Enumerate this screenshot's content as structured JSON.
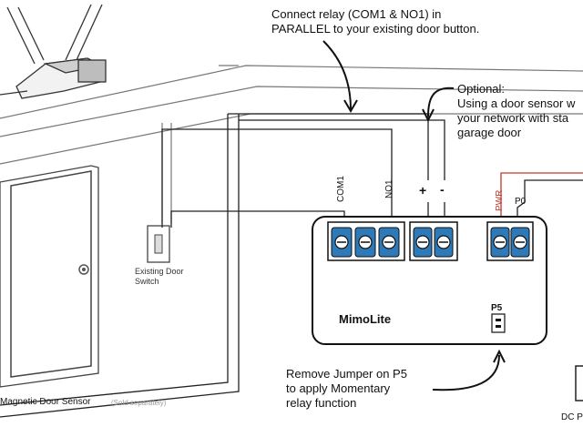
{
  "callouts": {
    "relay_line1": "Connect relay (COM1 & NO1) in",
    "relay_line2": "PARALLEL to your existing door button.",
    "optional_line1": "Optional:",
    "optional_line2": "Using a door sensor w",
    "optional_line3": "your network with sta",
    "optional_line4": "garage door",
    "jumper_line1": "Remove Jumper on P5",
    "jumper_line2": "to apply Momentary",
    "jumper_line3": "relay function"
  },
  "labels": {
    "switch_line1": "Existing Door",
    "switch_line2": "Switch",
    "sensor_main": "Magnetic Door Sensor",
    "sensor_note": "(Sold separately)",
    "dc": "DC P"
  },
  "terminals": {
    "com1": "COM1",
    "no1": "NO1",
    "plus": "+",
    "minus": "-",
    "pwr": "PWR",
    "p0": "P0",
    "p5": "P5"
  },
  "device": {
    "name": "MimoLite"
  },
  "colors": {
    "terminal_blue": "#2e79b8",
    "wire_red": "#c0392b",
    "line": "#222222"
  }
}
